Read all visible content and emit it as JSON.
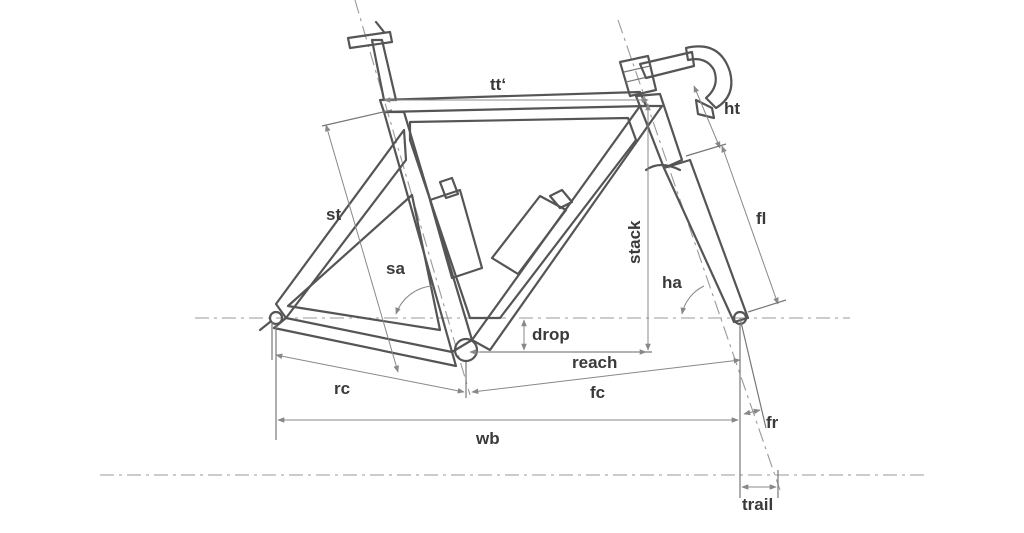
{
  "labels": {
    "tt": "tt‘",
    "ht": "ht",
    "st": "st",
    "fl": "fl",
    "stack": "stack",
    "sa": "sa",
    "ha": "ha",
    "drop": "drop",
    "reach": "reach",
    "rc": "rc",
    "fc": "fc",
    "wb": "wb",
    "fr": "fr",
    "trail": "trail"
  },
  "colors": {
    "frame": "#555555",
    "dimension": "#888888",
    "text": "#3a3a3a",
    "background": "#ffffff"
  }
}
